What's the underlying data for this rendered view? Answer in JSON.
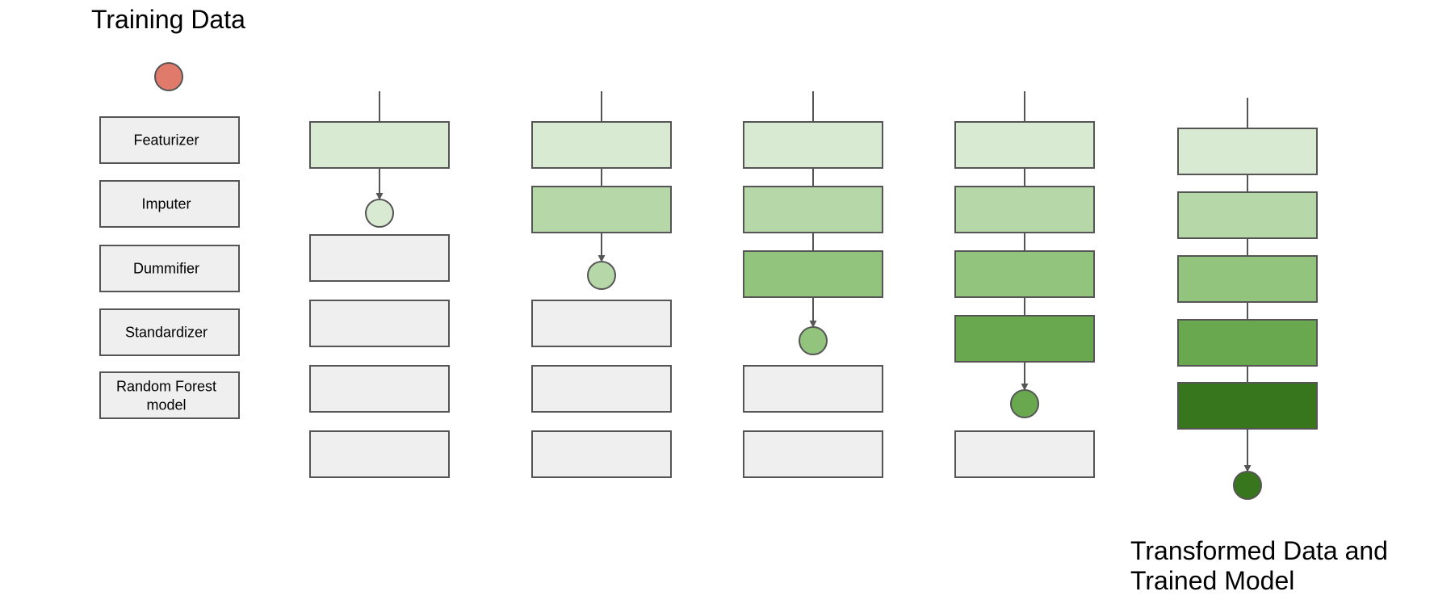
{
  "title_top": "Training Data",
  "title_bottom": [
    "Transformed Data and",
    "Trained Model"
  ],
  "stages": [
    {
      "label": [
        "Featurizer"
      ]
    },
    {
      "label": [
        "Imputer"
      ]
    },
    {
      "label": [
        "Dummifier"
      ]
    },
    {
      "label": [
        "Standardizer"
      ]
    },
    {
      "label": [
        "Random Forest",
        "model"
      ]
    }
  ],
  "colors": {
    "input_data": "#e07b6b",
    "inactive": "#efefef",
    "stroke": "#555555",
    "stage_fills": [
      "#d9ead3",
      "#b6d7a8",
      "#93c47d",
      "#6aa84f",
      "#38761d"
    ]
  },
  "steps": [
    {
      "fitted_stages": 1
    },
    {
      "fitted_stages": 2
    },
    {
      "fitted_stages": 3
    },
    {
      "fitted_stages": 4
    },
    {
      "fitted_stages": 5
    }
  ]
}
